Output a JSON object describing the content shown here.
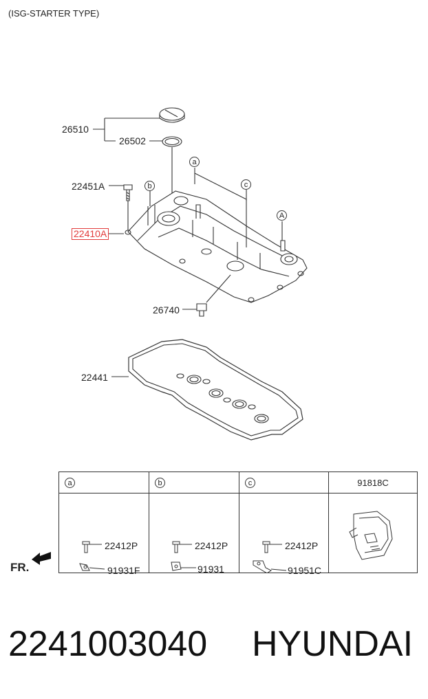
{
  "header": {
    "title": "(ISG-STARTER TYPE)"
  },
  "callouts": {
    "p26510": "26510",
    "p26502": "26502",
    "p22451A": "22451A",
    "p22410A": "22410A",
    "p26740": "26740",
    "p22441": "22441",
    "ref_a": "a",
    "ref_b": "b",
    "ref_c": "c",
    "ref_A": "A"
  },
  "legend": {
    "columns": [
      {
        "ref": "a",
        "parts": [
          "22412P",
          "91931F"
        ]
      },
      {
        "ref": "b",
        "parts": [
          "22412P",
          "91931"
        ]
      },
      {
        "ref": "c",
        "parts": [
          "22412P",
          "91951C"
        ]
      },
      {
        "header": "91818C"
      }
    ]
  },
  "fr_label": "FR.",
  "footer": {
    "part_number": "2241003040",
    "brand": "HYUNDAI"
  },
  "colors": {
    "highlight": "#e23a3a",
    "line": "#333333"
  }
}
